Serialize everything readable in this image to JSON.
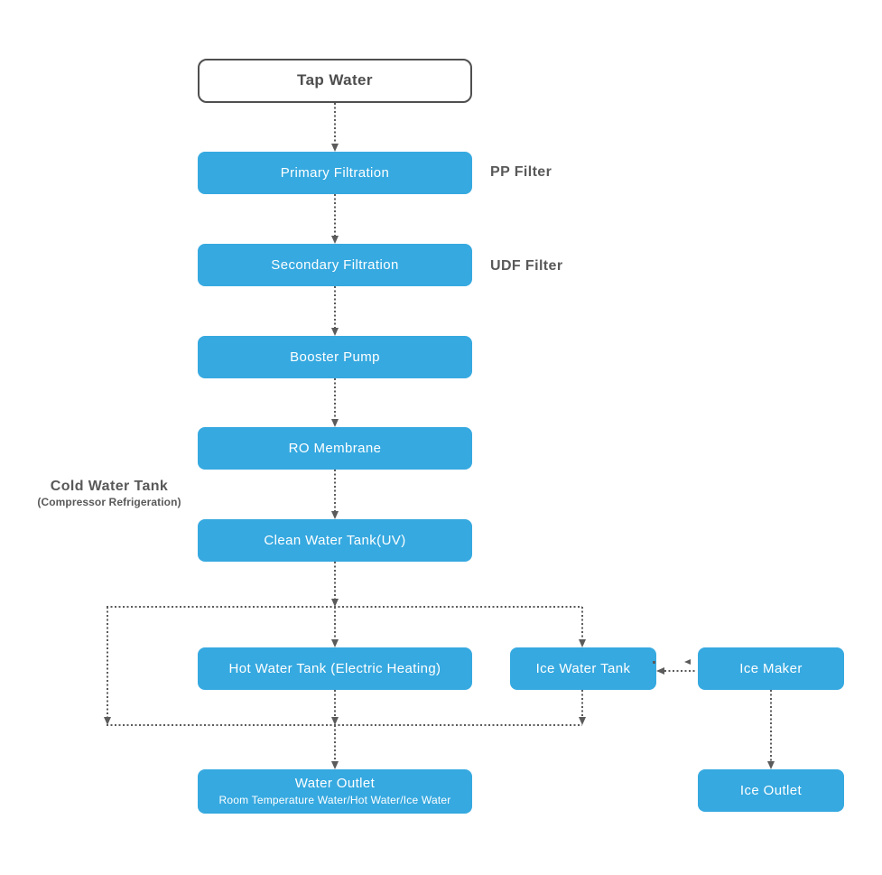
{
  "colors": {
    "node_fill": "#36a9e0",
    "node_text": "#ffffff",
    "start_fill": "#ffffff",
    "start_border": "#4f4f4f",
    "start_text": "#4d4d4d",
    "annotation_text": "#595959",
    "connector": "#5b5b5b",
    "background": "#ffffff"
  },
  "nodes": {
    "tap_water": {
      "label": "Tap Water"
    },
    "primary_filtration": {
      "label": "Primary Filtration"
    },
    "secondary_filtration": {
      "label": "Secondary Filtration"
    },
    "booster_pump": {
      "label": "Booster Pump"
    },
    "ro_membrane": {
      "label": "RO Membrane"
    },
    "clean_water_tank": {
      "label": "Clean Water Tank(UV)"
    },
    "hot_water_tank": {
      "label": "Hot Water Tank (Electric Heating)"
    },
    "ice_water_tank": {
      "label": "Ice Water Tank"
    },
    "ice_maker": {
      "label": "Ice Maker"
    },
    "water_outlet": {
      "label": "Water Outlet",
      "sublabel": "Room Temperature Water/Hot Water/Ice Water"
    },
    "ice_outlet": {
      "label": "Ice Outlet"
    }
  },
  "annotations": {
    "pp_filter": {
      "label": "PP Filter"
    },
    "udf_filter": {
      "label": "UDF Filter"
    },
    "cold_water_tank": {
      "line1": "Cold Water Tank",
      "line2": "(Compressor Refrigeration)"
    }
  }
}
